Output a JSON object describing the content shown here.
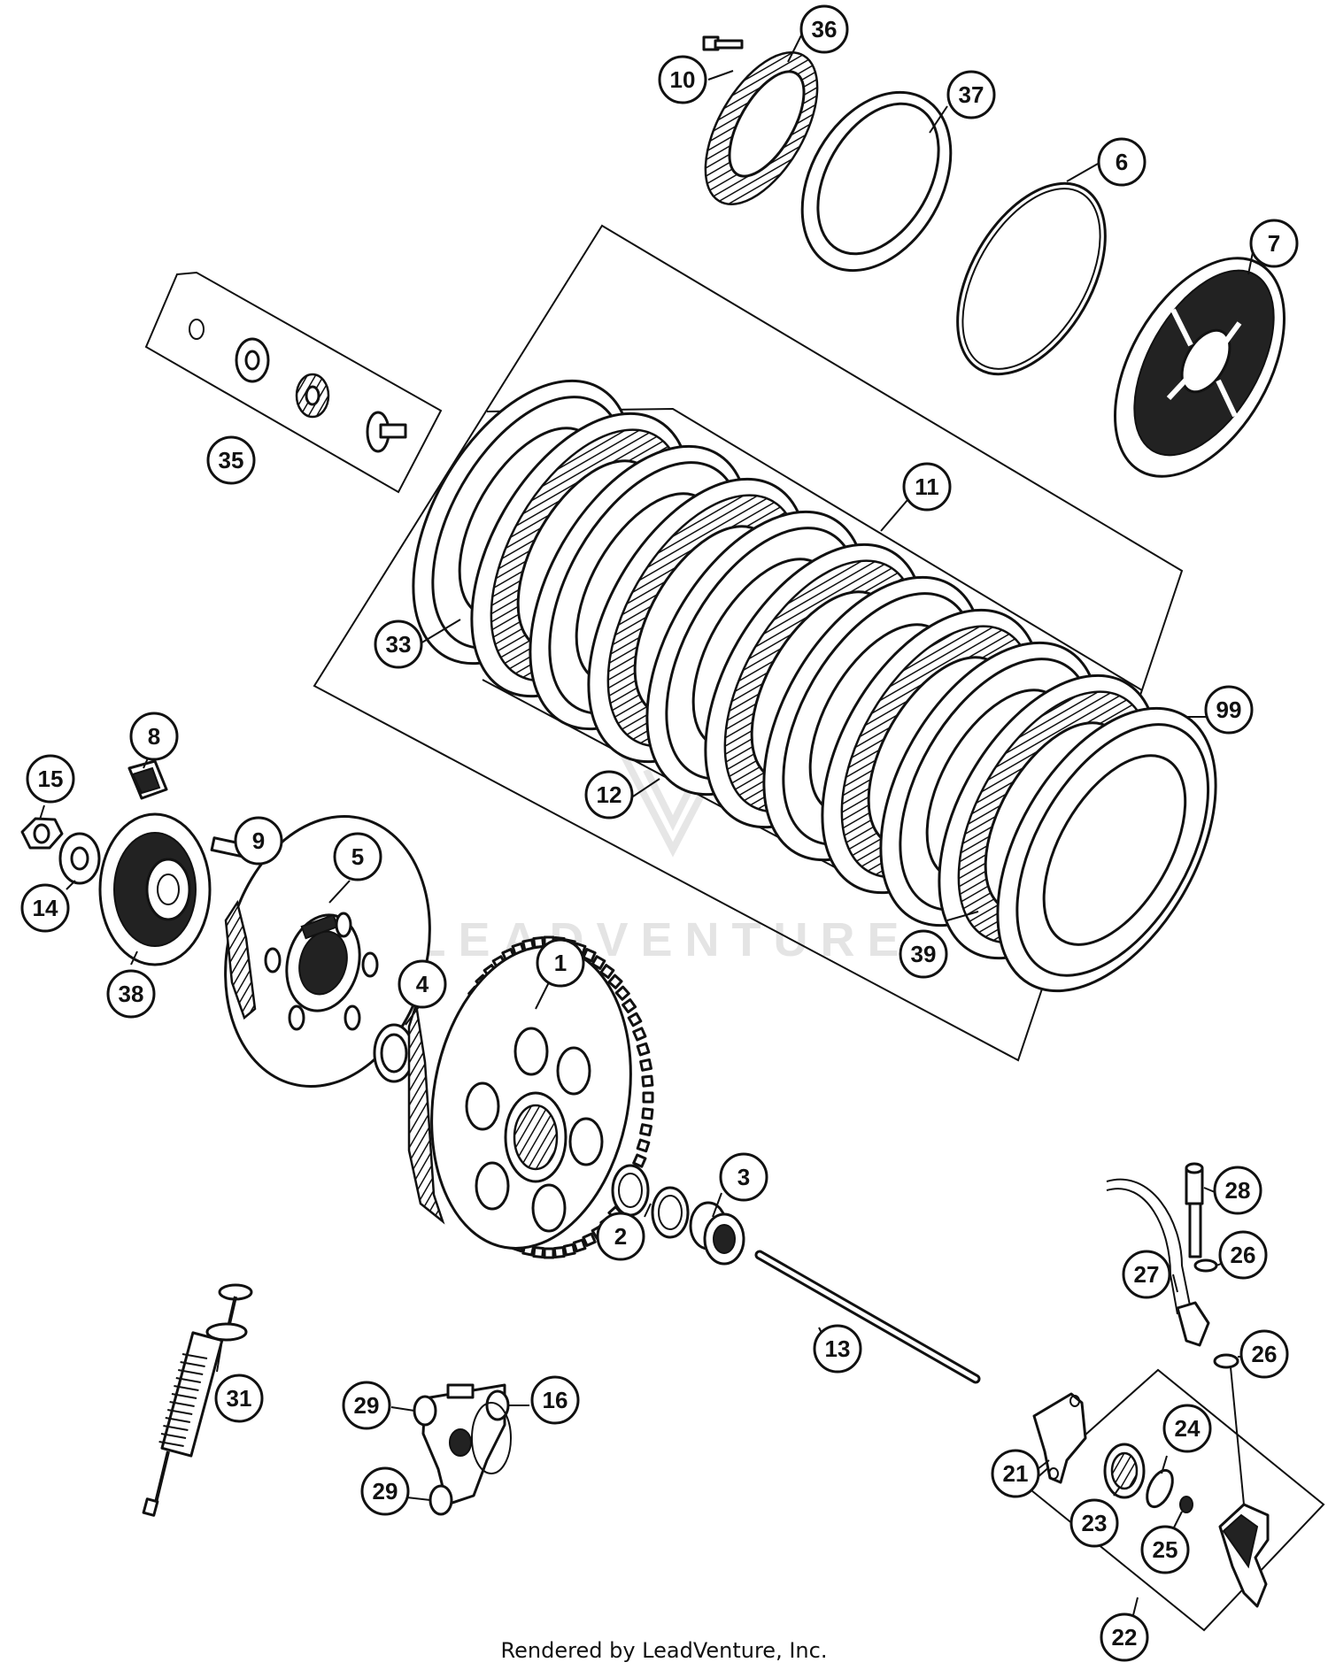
{
  "diagram": {
    "watermark_text": "LEADVENTURE",
    "footer_text": "Rendered by LeadVenture, Inc.",
    "callout_labels": {
      "p1": "1",
      "p2": "2",
      "p3": "3",
      "p4": "4",
      "p5": "5",
      "p6": "6",
      "p7": "7",
      "p8": "8",
      "p9": "9",
      "p10": "10",
      "p11": "11",
      "p12": "12",
      "p13": "13",
      "p14": "14",
      "p15": "15",
      "p16": "16",
      "p21": "21",
      "p22": "22",
      "p23": "23",
      "p24": "24",
      "p25": "25",
      "p26a": "26",
      "p26b": "26",
      "p27": "27",
      "p28": "28",
      "p29a": "29",
      "p29b": "29",
      "p31": "31",
      "p33": "33",
      "p35": "35",
      "p36": "36",
      "p37": "37",
      "p38": "38",
      "p39": "39",
      "p99": "99"
    }
  }
}
